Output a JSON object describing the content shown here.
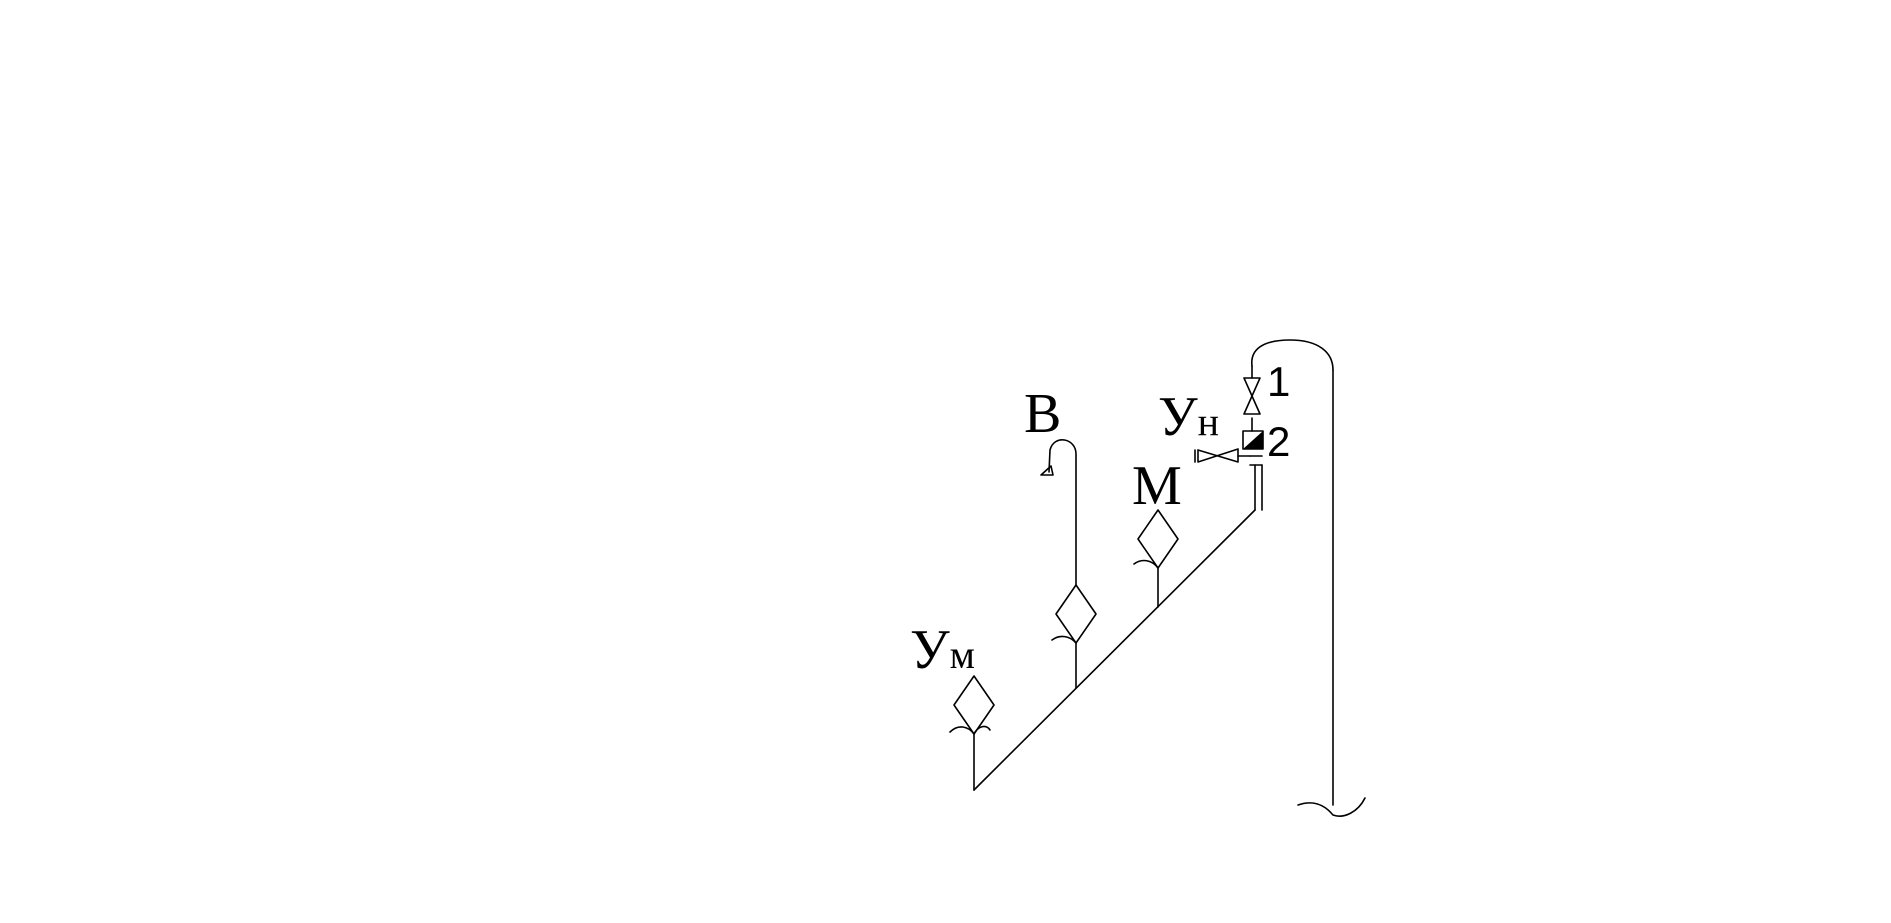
{
  "labels": {
    "um_main": "У",
    "um_sub": "м",
    "b": "В",
    "m": "М",
    "un_main": "У",
    "un_sub": "н",
    "one": "1",
    "two": "2"
  },
  "colors": {
    "line": "#000000",
    "background": "#ffffff"
  }
}
